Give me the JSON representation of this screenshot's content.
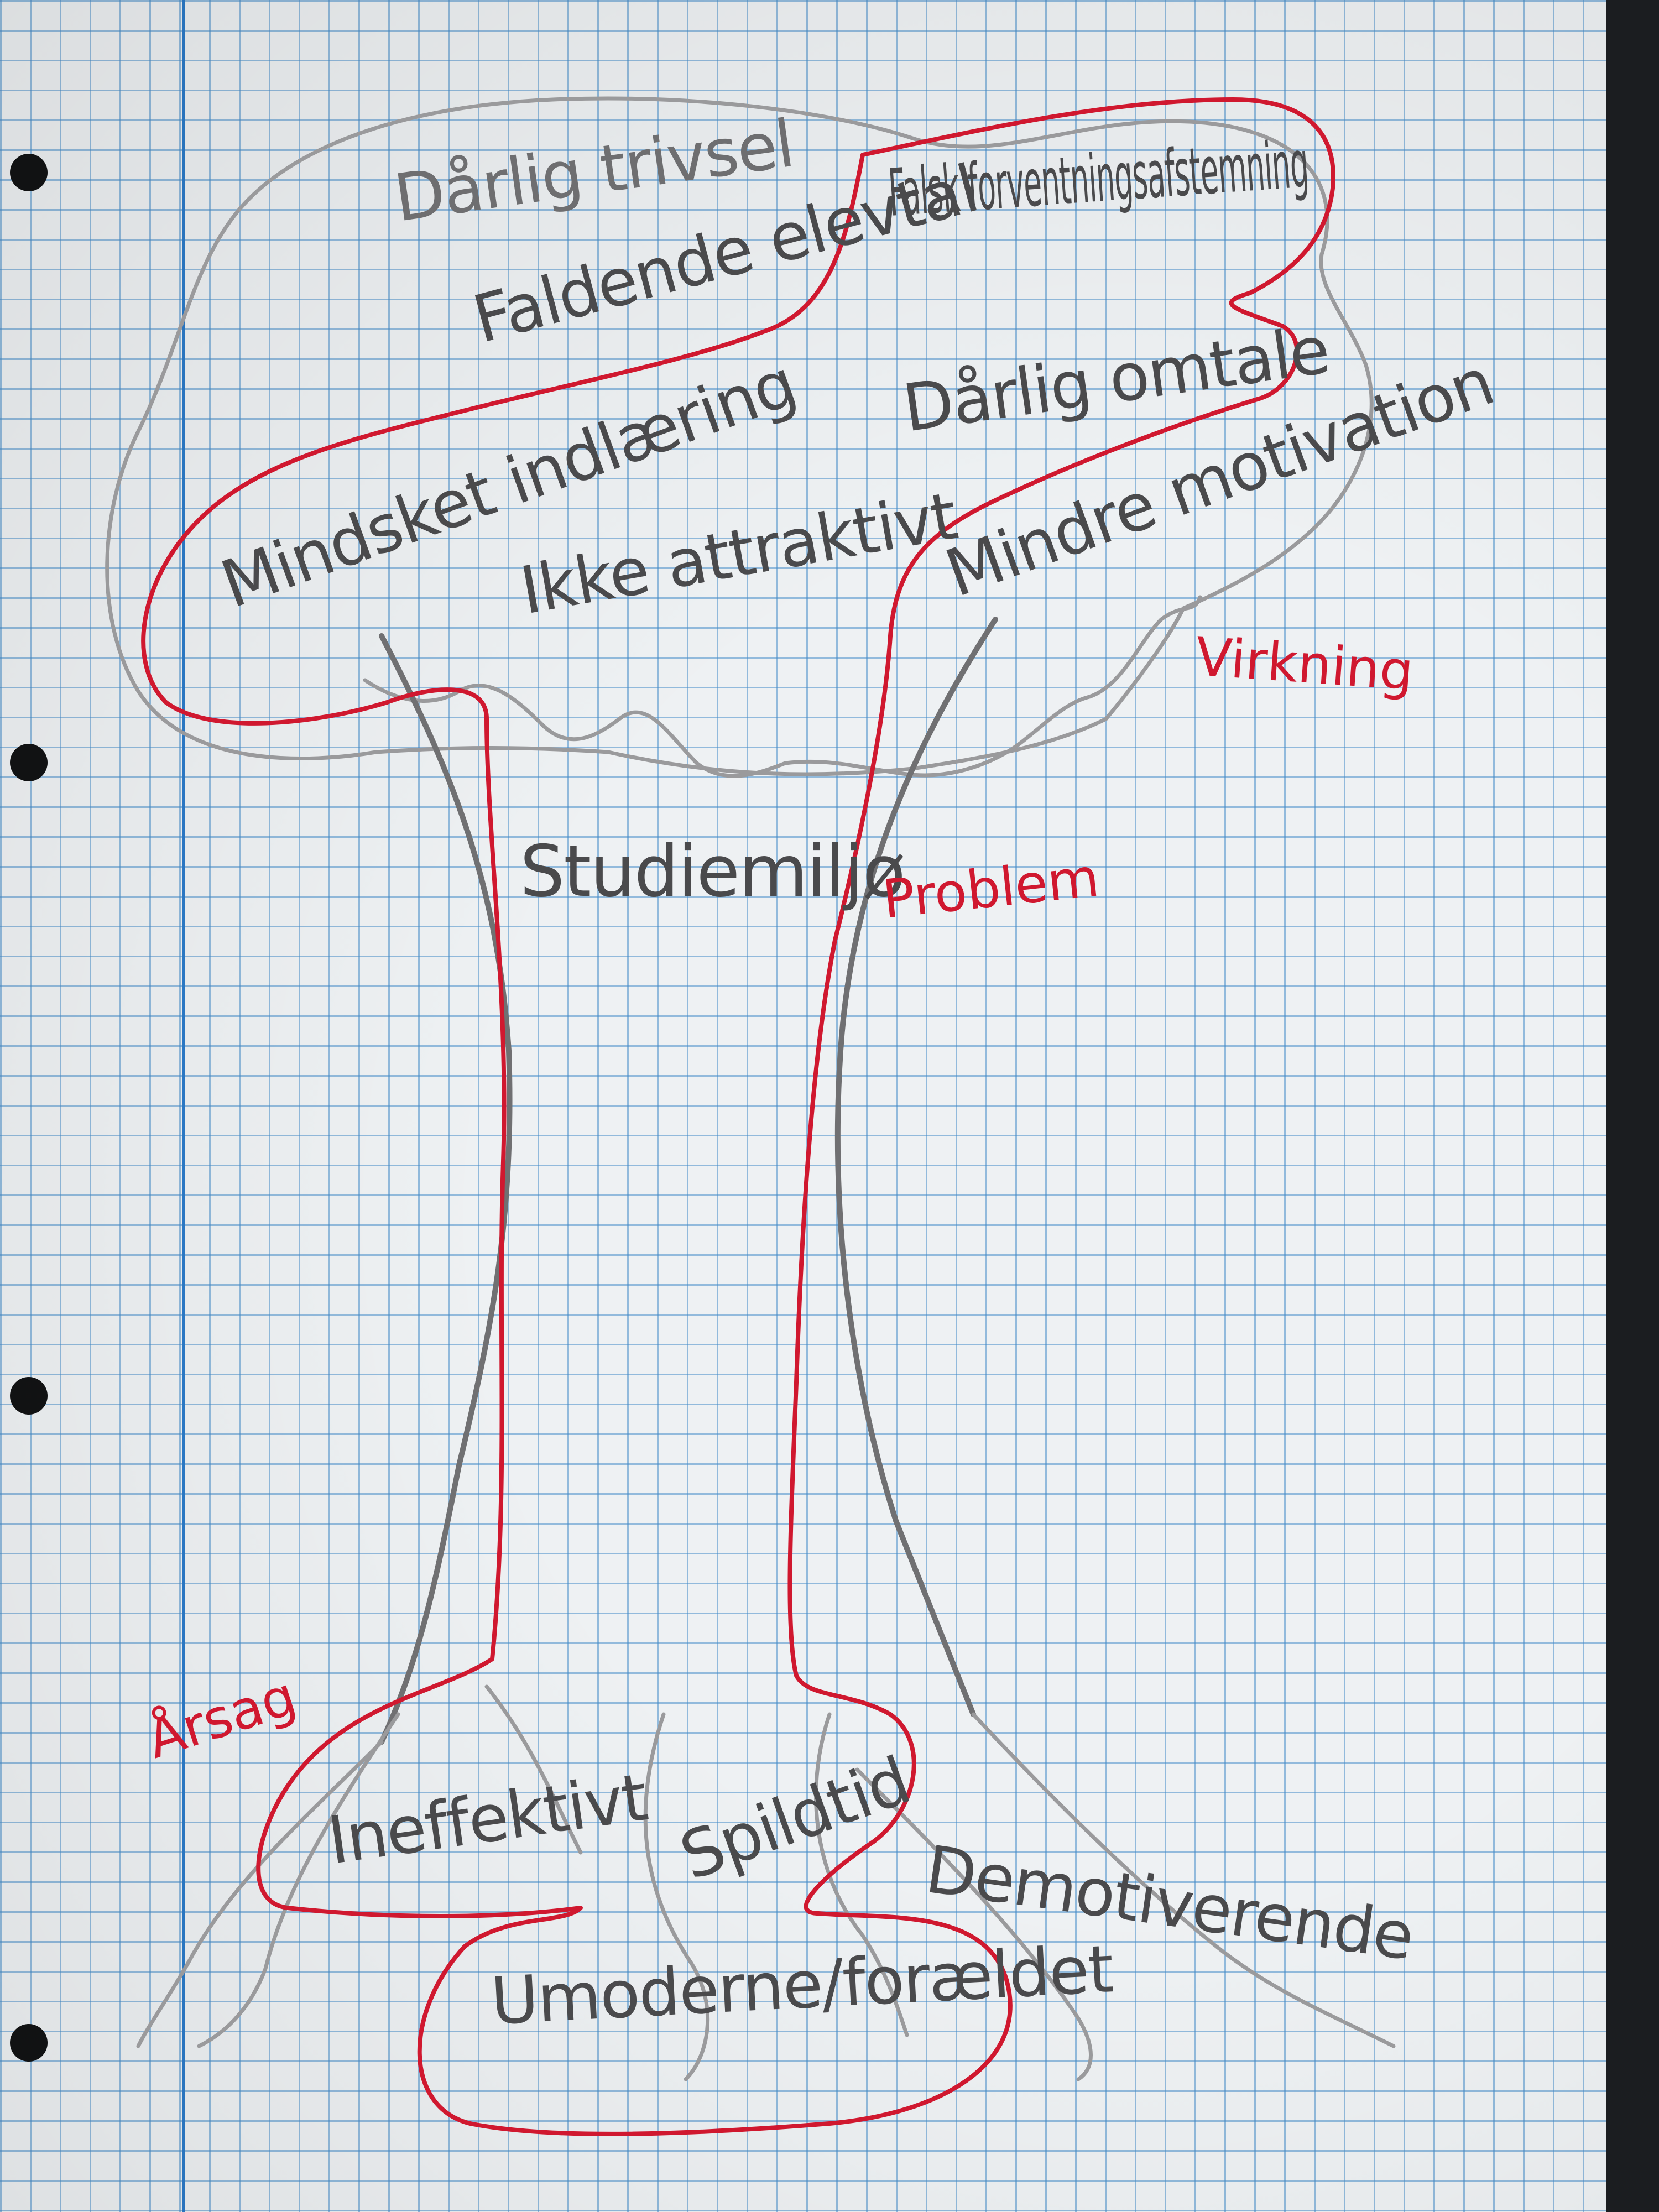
{
  "labels": {
    "effects": {
      "darlig_trivsel": "Dårlig trivsel",
      "faldende_elevtal": "Faldende elevtal",
      "falsk_forventning": "Falsk forventningsafstemning",
      "mindsket_indlaering": "Mindsket indlæring",
      "darlig_omtale": "Dårlig omtale",
      "ikke_attraktivt": "Ikke attraktivt",
      "mindre_motivation": "Mindre motivation"
    },
    "problem": "Studiemiljø",
    "causes": {
      "ineffektivt": "Ineffektivt",
      "spildtid": "Spildtid",
      "demotiverende": "Demotiverende",
      "umoderne": "Umoderne/forældet"
    }
  },
  "annotations": {
    "virkning": "Virkning",
    "problem": "Problem",
    "arsag": "Årsag"
  },
  "colors": {
    "paper": "#eef1f3",
    "grid": "#468cc8",
    "pencil": "#4a4a4c",
    "red_pen": "#d0182f",
    "background": "#1b1d20"
  }
}
